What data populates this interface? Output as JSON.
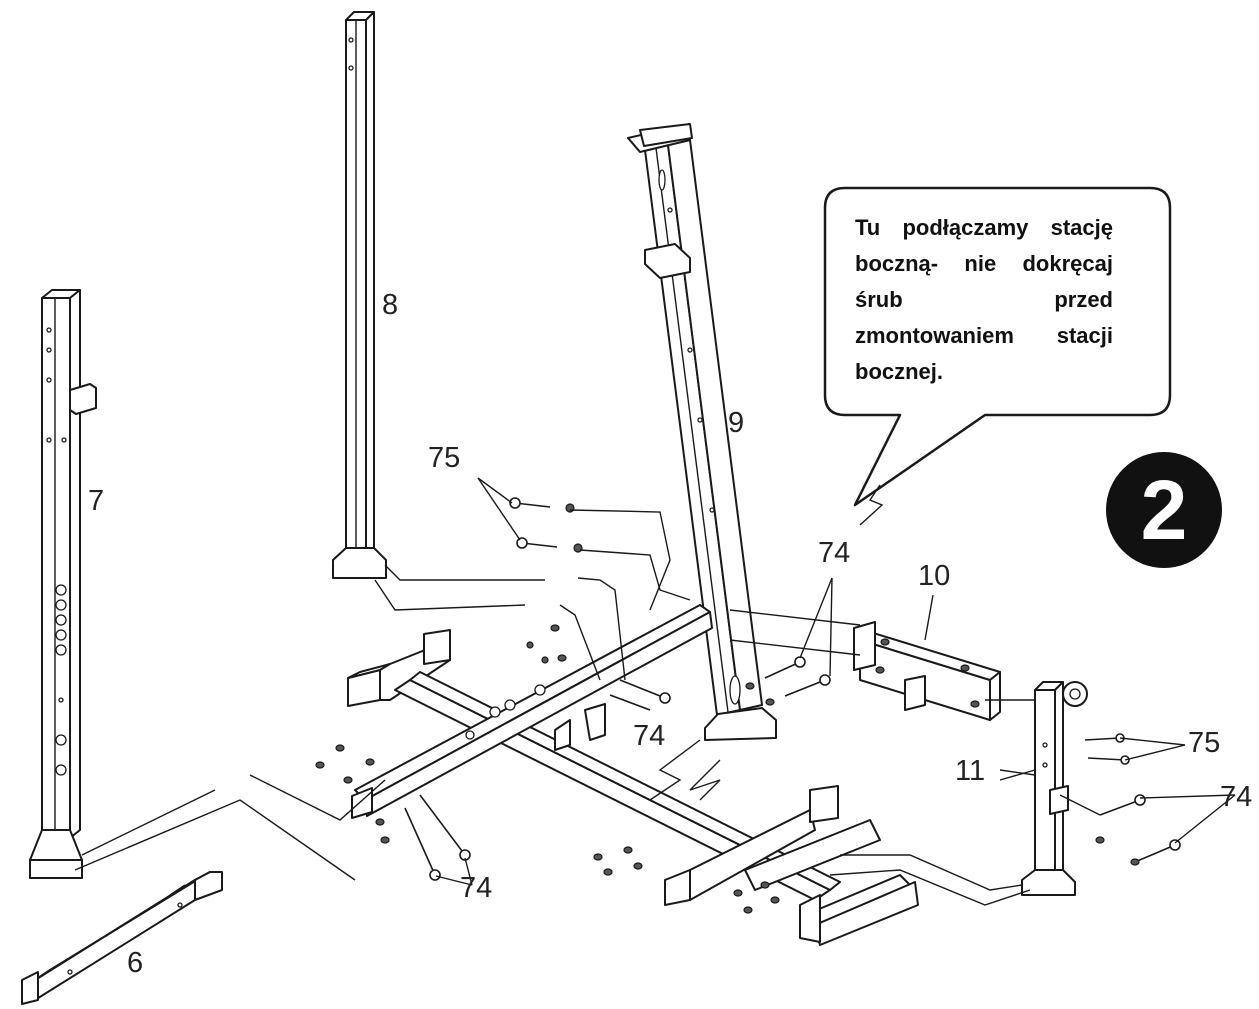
{
  "callout": {
    "text": "Tu podłączamy stację boczną- nie dokręcaj śrub przed zmontowaniem stacji bocznej."
  },
  "step": {
    "number": "2"
  },
  "parts": {
    "p6": "6",
    "p7": "7",
    "p8": "8",
    "p9": "9",
    "p10": "10",
    "p11": "11"
  },
  "hardware": {
    "h74": "74",
    "h75": "75"
  }
}
